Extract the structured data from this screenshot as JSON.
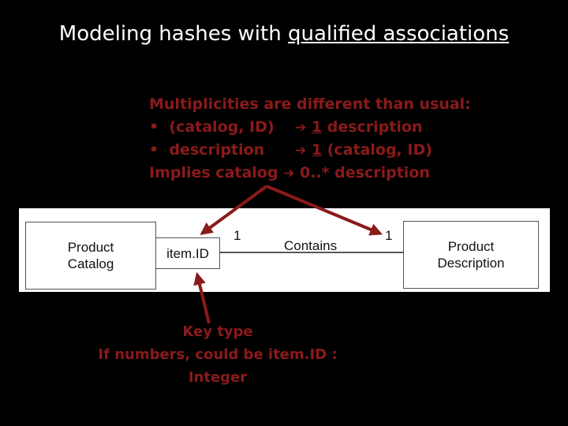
{
  "title": {
    "prefix": "Modeling hashes with ",
    "underlined": "qualified associations"
  },
  "multiplicities": {
    "heading": "Multiplicities are different than usual:",
    "bullet1": {
      "bullet": "•",
      "left": "(catalog, ID)",
      "mult": "1",
      "right": " description"
    },
    "bullet2": {
      "bullet": "•",
      "left": "description",
      "mult": "1",
      "right": " (catalog, ID)"
    },
    "implies": {
      "left": "Implies catalog",
      "right": "0..* description"
    }
  },
  "diagram": {
    "catalog_box": [
      "Product",
      "Catalog"
    ],
    "qualifier": "item.ID",
    "association": "Contains",
    "mult_left": "1",
    "mult_right": "1",
    "description_box": [
      "Product",
      "Description"
    ]
  },
  "key_type": {
    "line1": "Key type",
    "line2": "If numbers, could be item.ID :",
    "line3": "Integer"
  },
  "colors": {
    "accent": "#8b1a1a",
    "background": "#000000",
    "text": "#ffffff"
  },
  "icons": {
    "arrow": "right-arrow-icon"
  }
}
